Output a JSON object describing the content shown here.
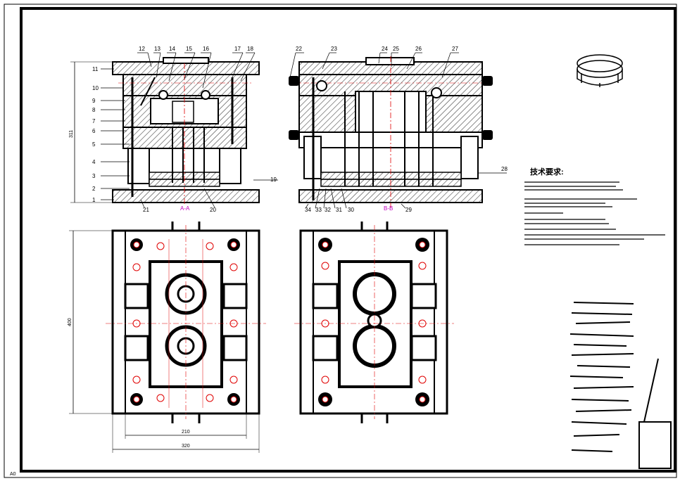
{
  "drawing": {
    "part_numbers": [
      "1",
      "2",
      "3",
      "4",
      "5",
      "6",
      "7",
      "8",
      "9",
      "10",
      "11",
      "12",
      "13",
      "14",
      "15",
      "16",
      "17",
      "18",
      "19",
      "20",
      "21",
      "22",
      "23",
      "24",
      "25",
      "26",
      "27",
      "28",
      "29",
      "30",
      "31",
      "32",
      "33",
      "34"
    ],
    "section_labels": {
      "left": "A-A",
      "right": "B-B"
    },
    "dimensions": {
      "height_311": "311",
      "height_400": "400",
      "width_210": "210",
      "width_320": "320"
    },
    "tech_title": "技术要求:",
    "corner_mark": "A0",
    "colors": {
      "line": "#000000",
      "center": "#e00000",
      "section": "#c000c0",
      "hatch": "#444444"
    }
  }
}
